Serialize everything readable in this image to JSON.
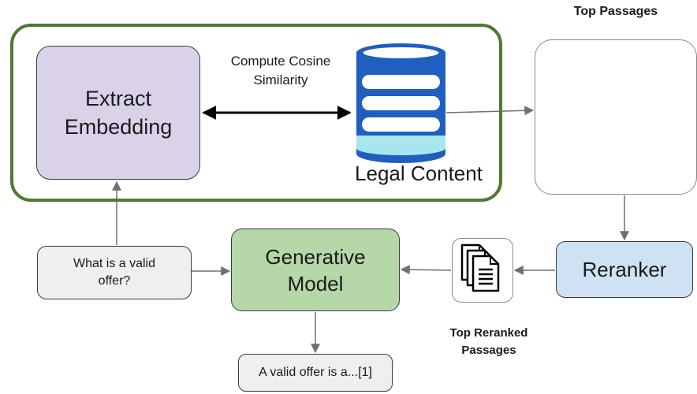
{
  "embedding": {
    "label_line1": "Extract",
    "label_line2": "Embedding"
  },
  "similarity": {
    "line1": "Compute Cosine",
    "line2": "Similarity"
  },
  "database": {
    "label": "Legal Content"
  },
  "top_passages": {
    "title": "Top Passages"
  },
  "reranker": {
    "label": "Reranker"
  },
  "generative": {
    "line1": "Generative",
    "line2": "Model"
  },
  "query": {
    "line1": "What is a valid",
    "line2": "offer?"
  },
  "answer": {
    "text": "A valid offer is a...[1]"
  },
  "top_reranked": {
    "line1": "Top Reranked",
    "line2": "Passages"
  },
  "colors": {
    "frame_green": "#4f7a33",
    "embedding_fill": "#d9d2e9",
    "generative_fill": "#b6d7a8",
    "reranker_fill": "#cfe2f3",
    "query_fill": "#efefef",
    "database_blue": "#1f5fbf",
    "database_cyan": "#a8e6ee"
  },
  "icons": [
    "database-icon",
    "document-stack-icon"
  ]
}
